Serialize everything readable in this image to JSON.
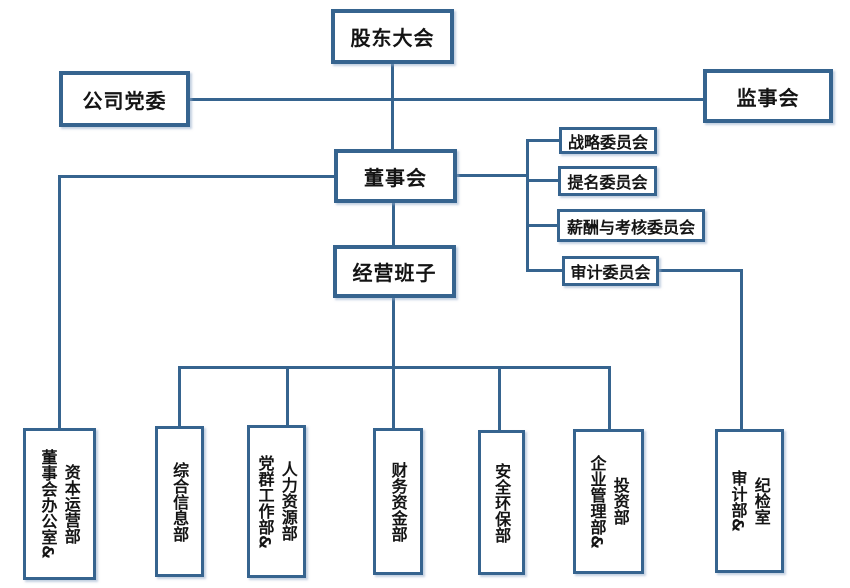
{
  "colors": {
    "accent_blue": "#36648F",
    "box_background": "#FFFFFF",
    "text": "#141414"
  },
  "org": {
    "shareholders_meeting": "股东大会",
    "party_committee": "公司党委",
    "supervisory_board": "监事会",
    "board_of_directors": "董事会",
    "management_team": "经营班子",
    "committees": [
      "战略委员会",
      "提名委员会",
      "薪酬与考核委员会",
      "审计委员会"
    ],
    "departments": [
      "董事会办公室&\n资本运营部",
      "综合信息部",
      "党群工作部&\n人力资源部",
      "财务资金部",
      "安全环保部",
      "企业管理部&\n投资部",
      "审计部&\n纪检室"
    ]
  }
}
